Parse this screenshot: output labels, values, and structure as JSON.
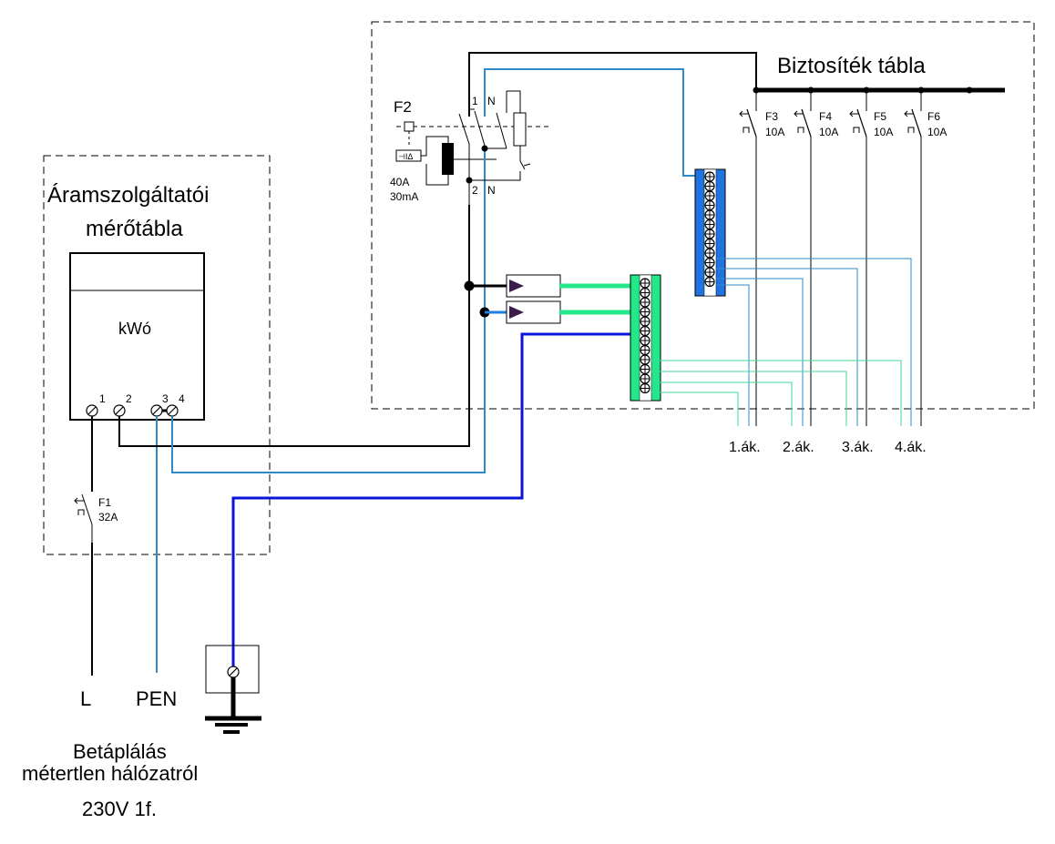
{
  "diagram": {
    "type": "electrical-wiring-schematic",
    "meter_panel": {
      "title_line1": "Áramszolgáltatói",
      "title_line2": "mérőtábla",
      "meter_label": "kWó",
      "terminals": [
        "1",
        "2",
        "3",
        "4"
      ]
    },
    "fuse_board": {
      "title": "Biztosíték tábla",
      "rcd": {
        "name": "F2",
        "rating": "40A",
        "sensitivity": "30mA",
        "in_labels": [
          "1",
          "N"
        ],
        "out_labels": [
          "2",
          "N"
        ],
        "trip_symbol": "⊣IΔ"
      },
      "breakers": [
        {
          "name": "F3",
          "rating": "10A"
        },
        {
          "name": "F4",
          "rating": "10A"
        },
        {
          "name": "F5",
          "rating": "10A"
        },
        {
          "name": "F6",
          "rating": "10A"
        }
      ]
    },
    "main_breaker": {
      "name": "F1",
      "rating": "32A"
    },
    "circuits": [
      "1.ák.",
      "2.ák.",
      "3.ák.",
      "4.ák."
    ],
    "supply": {
      "line_label": "L",
      "pen_label": "PEN",
      "caption_line1": "Betáplálás",
      "caption_line2": "métertlen hálózatról",
      "caption_line3": "230V 1f."
    },
    "colors": {
      "phase": "#000000",
      "neutral": "#2d8bc9",
      "protective_earth": "#0a14d8",
      "pe_busbar": "#22e88a",
      "n_busbar": "#1f74e0",
      "arrow": "#3a1d4a"
    }
  }
}
